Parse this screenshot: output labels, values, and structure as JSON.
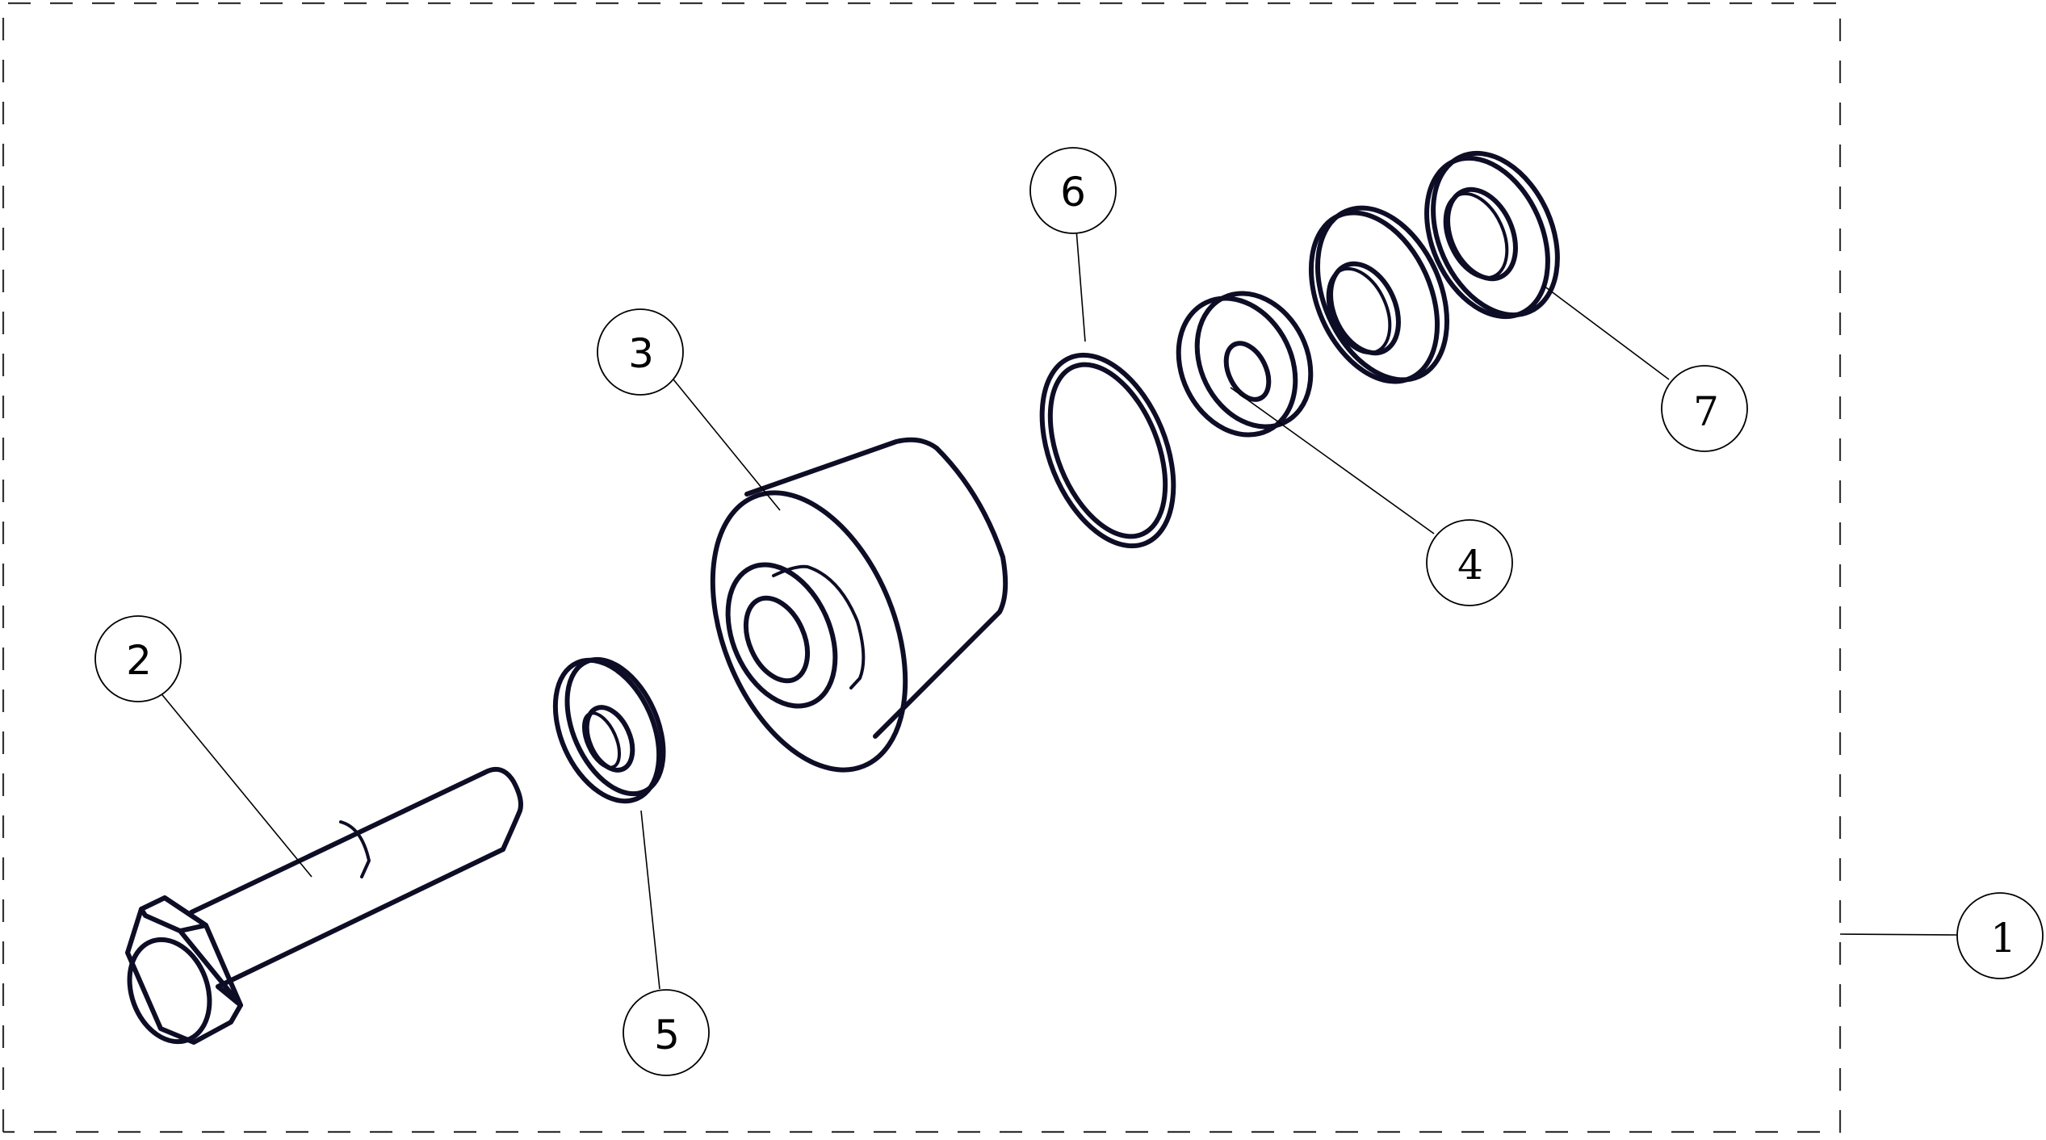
{
  "diagram": {
    "type": "exploded-assembly-view",
    "colors": {
      "part_stroke": "#0d0d26",
      "leader_stroke": "#000000",
      "boundary_stroke": "#333333",
      "background": "#ffffff"
    },
    "assembly_boundary": {
      "style": "dashed",
      "label_ref": "1"
    },
    "balloons": [
      {
        "id": "1",
        "label": "1",
        "part": "assembly"
      },
      {
        "id": "2",
        "label": "2",
        "part": "hex-bolt"
      },
      {
        "id": "3",
        "label": "3",
        "part": "roller"
      },
      {
        "id": "4",
        "label": "4",
        "part": "flanged-bushing"
      },
      {
        "id": "5",
        "label": "5",
        "part": "washer"
      },
      {
        "id": "6",
        "label": "6",
        "part": "o-ring"
      },
      {
        "id": "7",
        "label": "7",
        "part": "washer"
      }
    ]
  }
}
